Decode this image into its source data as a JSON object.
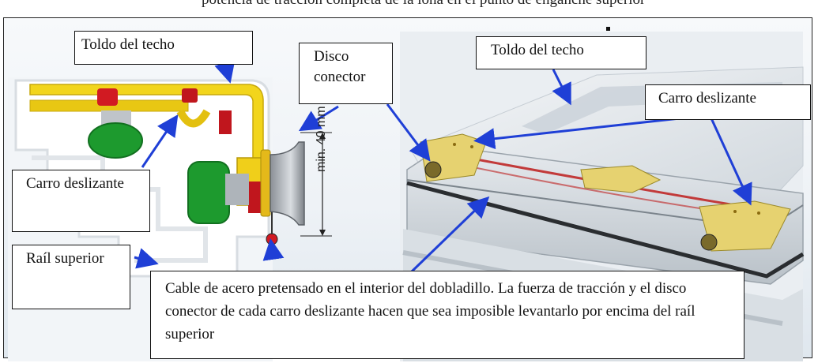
{
  "top_text": "potencia de tracción completa de la lona en el punto de enganche superior",
  "labels": {
    "toldo_left": "Toldo del techo",
    "disco": "Disco conector",
    "toldo_right": "Toldo del techo",
    "carro_right": "Carro deslizante",
    "carro_left": "Carro deslizante",
    "rail": "Raíl superior",
    "cable": "Cable de acero pretensado en el interior del dobladillo. La fuerza de tracción y el disco conector de cada carro deslizante hacen que sea imposible levantarlo por encima del raíl superior",
    "dimension": "min. 40 mm"
  },
  "colors": {
    "arrow": "#1f3fd6",
    "yellow_part": "#f2d51c",
    "green_roller": "#1d9a2e",
    "red_part": "#d11a22",
    "rail_grey": "#c9d0d6"
  }
}
